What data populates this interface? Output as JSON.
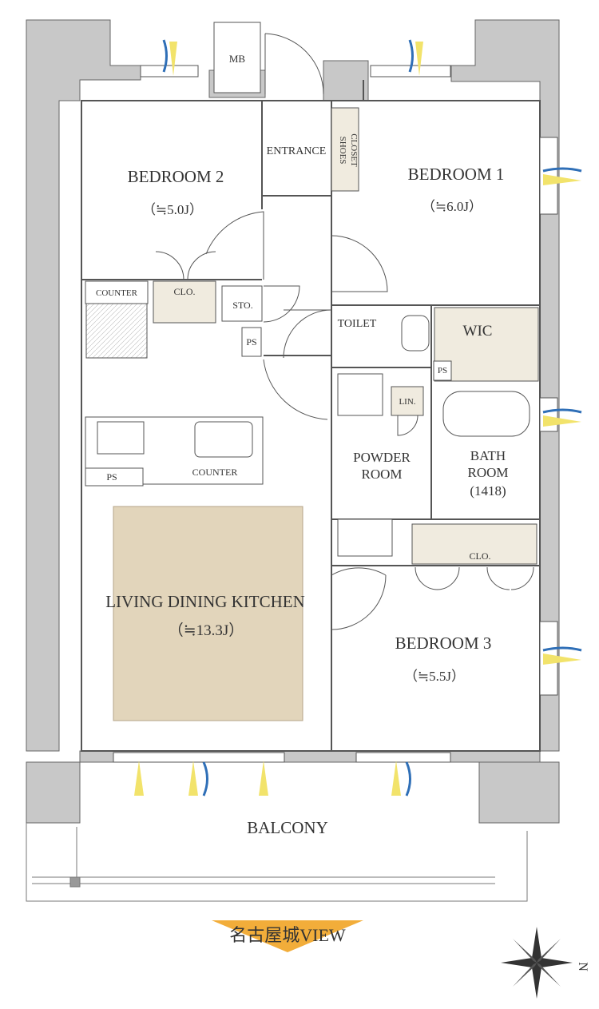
{
  "rooms": {
    "bedroom2": {
      "name": "BEDROOM 2",
      "size": "（≒5.0J）"
    },
    "bedroom1": {
      "name": "BEDROOM 1",
      "size": "（≒6.0J）"
    },
    "bedroom3": {
      "name": "BEDROOM 3",
      "size": "（≒5.5J）"
    },
    "ldk": {
      "name": "LIVING DINING KITCHEN",
      "size": "（≒13.3J）"
    },
    "entrance": "ENTRANCE",
    "shoes_closet_1": "SHOES",
    "shoes_closet_2": "CLOSET",
    "mb": "MB",
    "toilet": "TOILET",
    "wic": "WIC",
    "powder_room_1": "POWDER",
    "powder_room_2": "ROOM",
    "bath_1": "BATH",
    "bath_2": "ROOM",
    "bath_size": "(1418)",
    "balcony": "BALCONY"
  },
  "fixtures": {
    "counter_top": "COUNTER",
    "counter_kitchen": "COUNTER",
    "clo_bedroom2": "CLO.",
    "clo_bedroom3": "CLO.",
    "sto": "STO.",
    "ps_hall": "PS",
    "ps_kitchen": "PS",
    "ps_wic": "PS",
    "lin": "LIN."
  },
  "view_label": "名古屋城VIEW",
  "compass": {
    "north_label": "N"
  },
  "colors": {
    "wall": "#c8c8c8",
    "ldk_floor": "#e2d5bb",
    "fixture_fill": "#f0ebdf",
    "airflow_yellow": "#f2e36b",
    "airflow_blue": "#2f6fb7",
    "view_arrow": "#f2ad3a"
  }
}
